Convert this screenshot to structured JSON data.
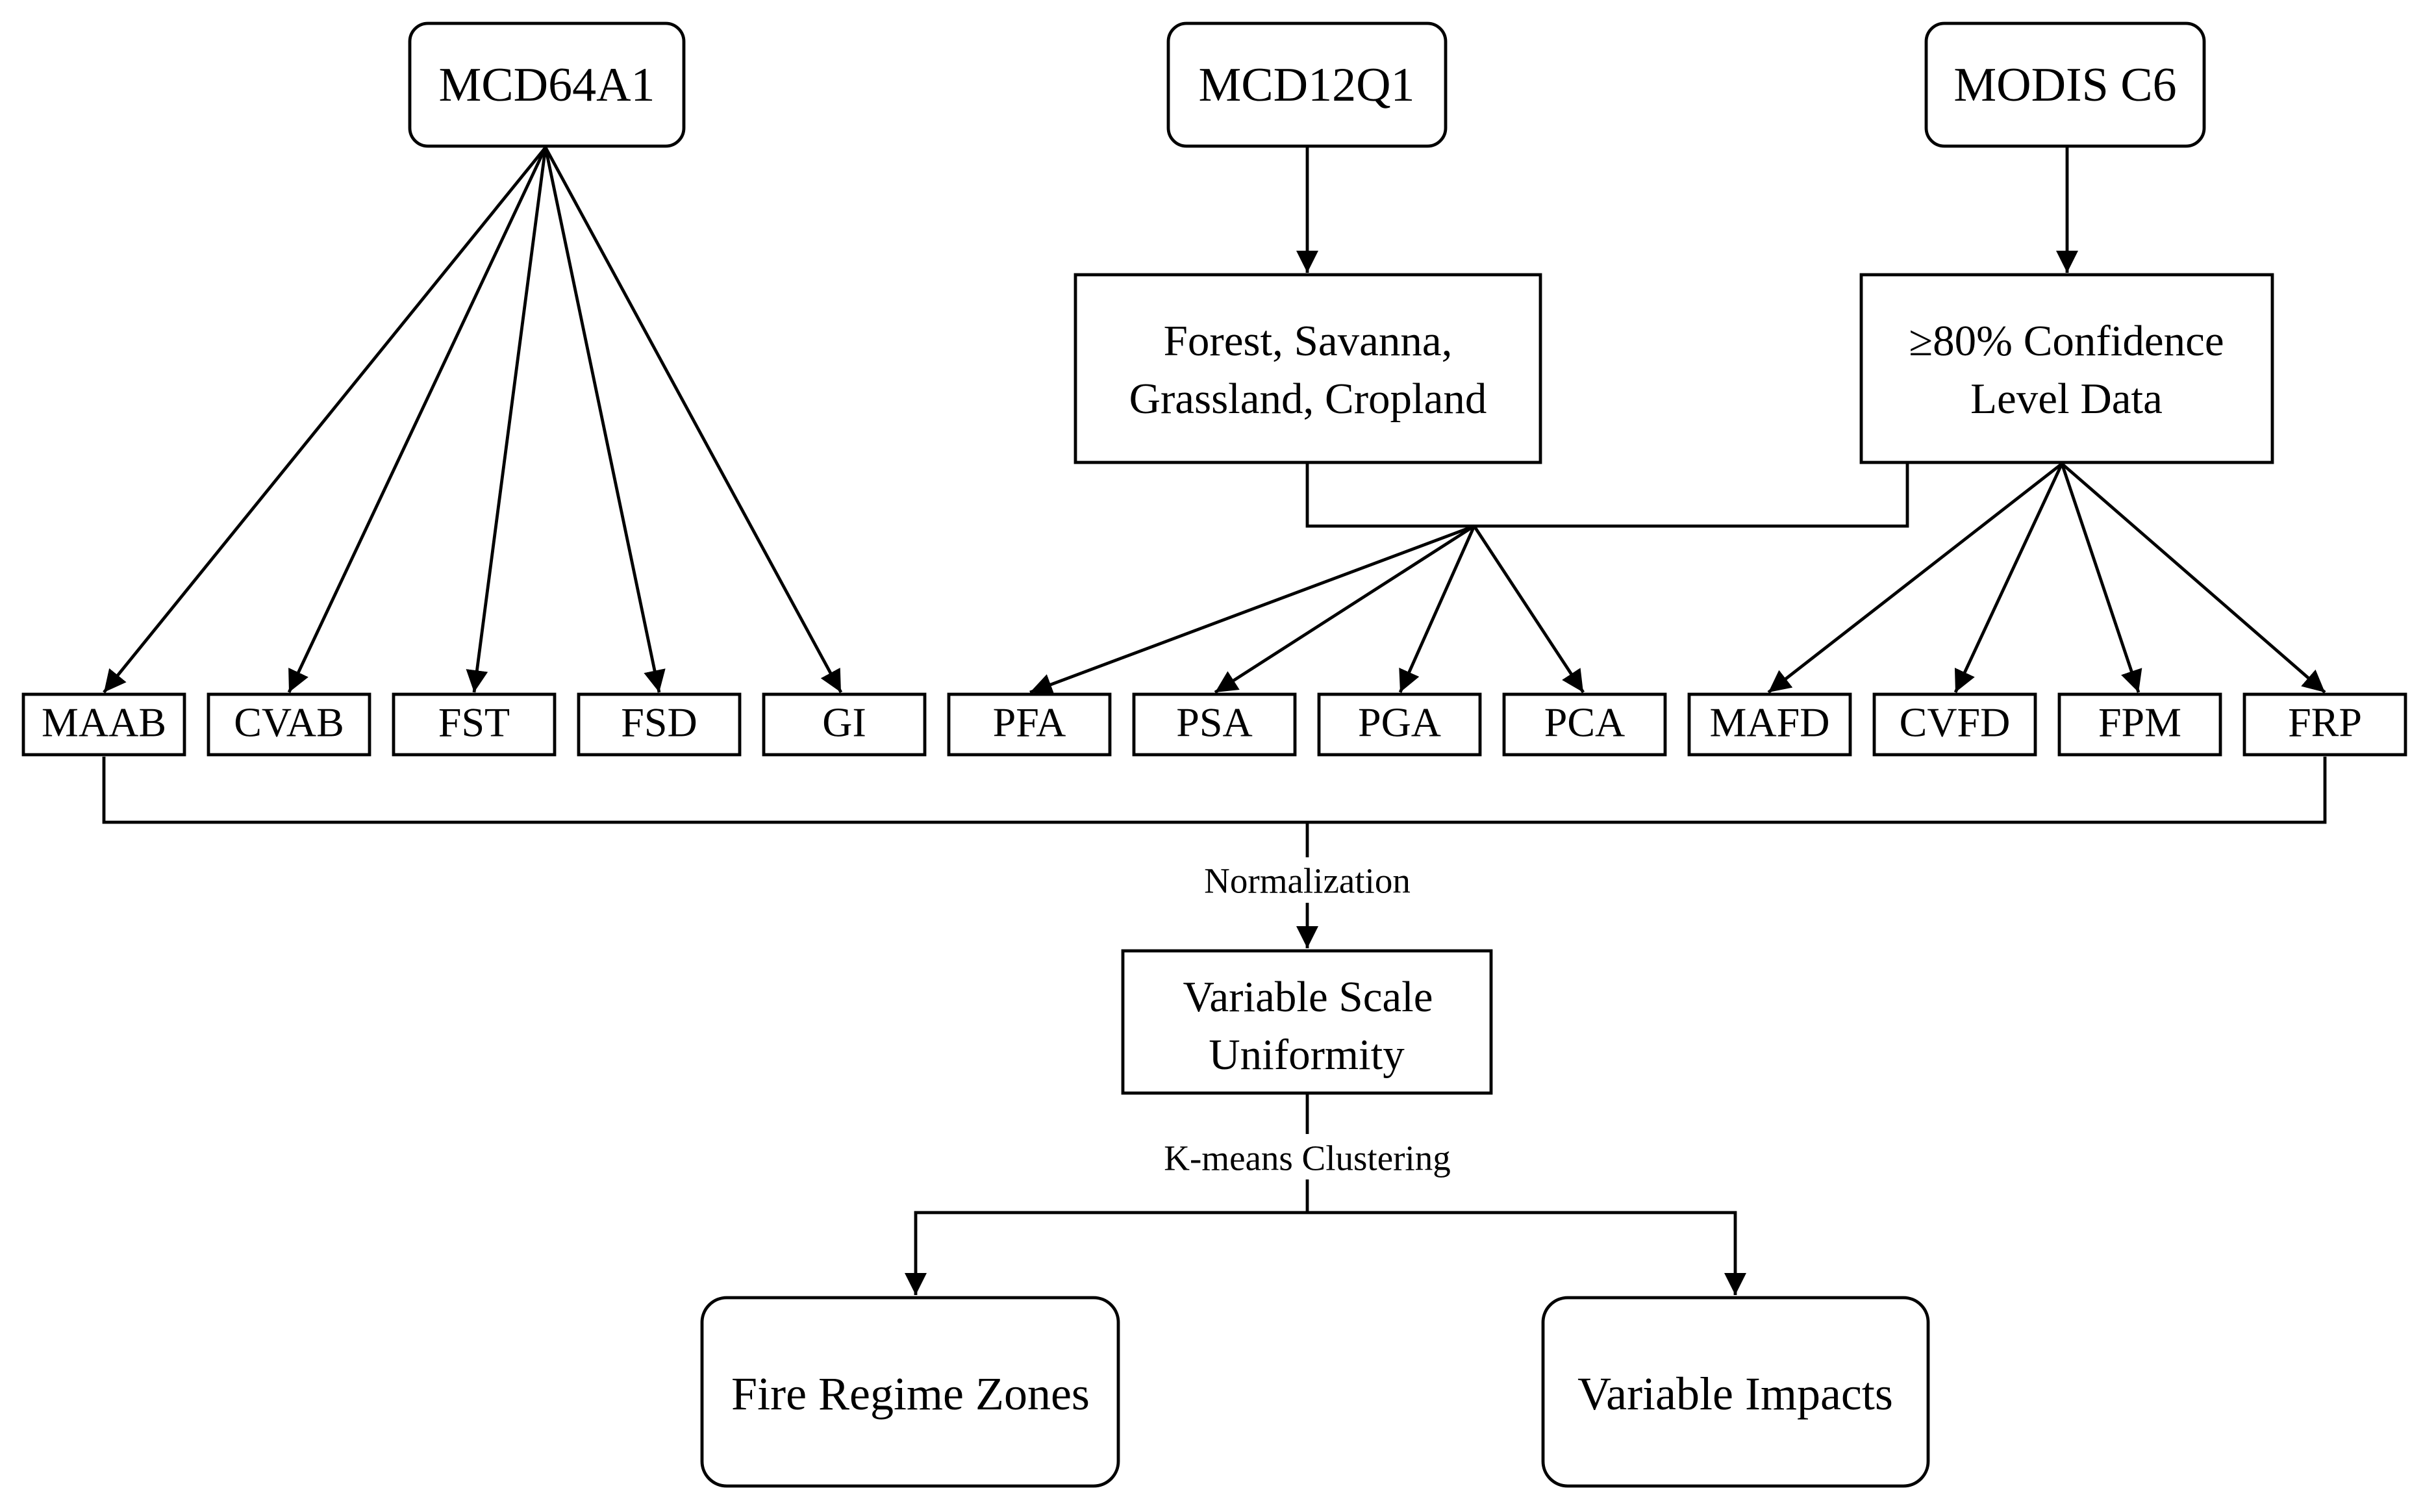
{
  "sources": {
    "mcd64a1": "MCD64A1",
    "mcd12q1": "MCD12Q1",
    "modis_c6": "MODIS C6"
  },
  "processing": {
    "land_cover": [
      "Forest, Savanna,",
      "Grassland, Cropland"
    ],
    "confidence": [
      "≥80% Confidence",
      "Level Data"
    ]
  },
  "variables": [
    "MAAB",
    "CVAB",
    "FST",
    "FSD",
    "GI",
    "PFA",
    "PSA",
    "PGA",
    "PCA",
    "MAFD",
    "CVFD",
    "FPM",
    "FRP"
  ],
  "normalization": {
    "edge_label": "Normalization",
    "box": [
      "Variable Scale",
      "Uniformity"
    ]
  },
  "clustering": {
    "edge_label": "K-means Clustering"
  },
  "outputs": {
    "zones": "Fire Regime Zones",
    "impacts": "Variable Impacts"
  },
  "colors": {
    "line": "#000000",
    "box_fill": "#ffffff",
    "text": "#000000"
  }
}
